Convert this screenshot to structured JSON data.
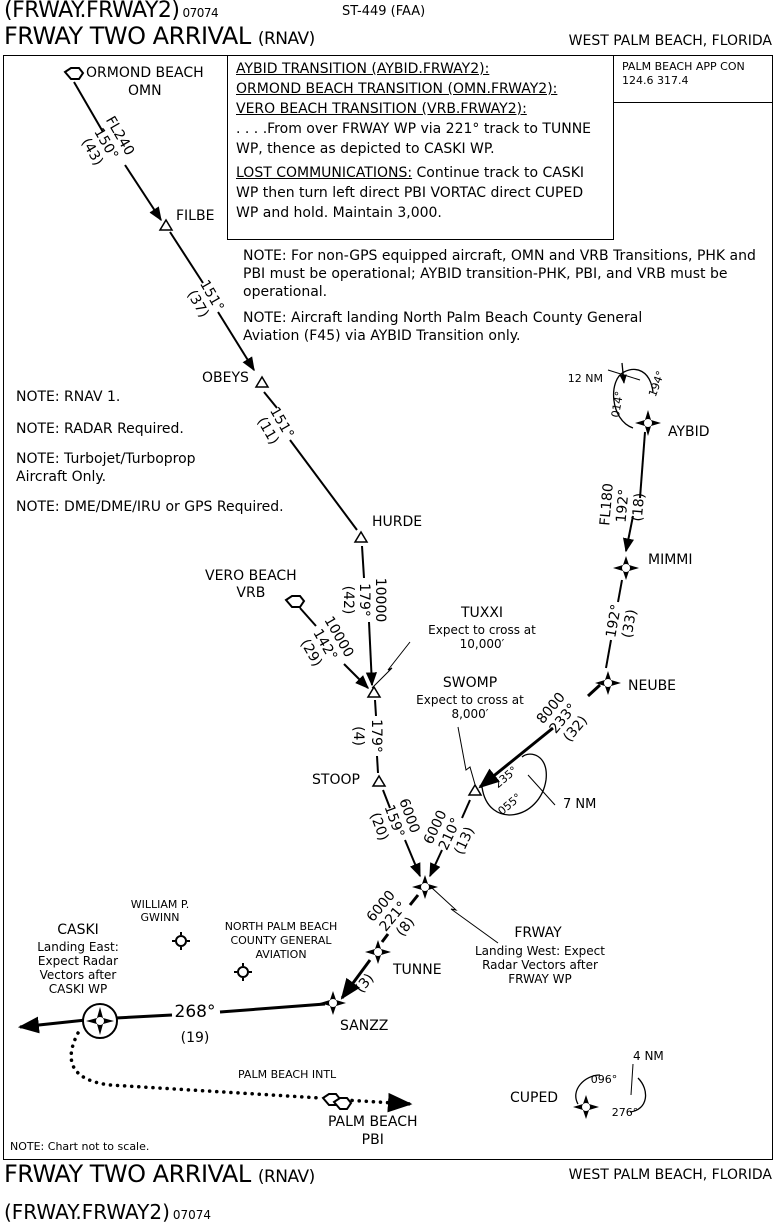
{
  "header": {
    "procedure_id": "(FRWAY.FRWAY2)",
    "amendment": "07074",
    "title": "FRWAY TWO ARRIVAL",
    "title_suffix": "(RNAV)",
    "chart_number": "ST-449 (FAA)",
    "city": "WEST PALM BEACH, FLORIDA"
  },
  "approach_control": {
    "name": "PALM BEACH APP CON",
    "frequencies": "124.6  317.4"
  },
  "transitions_box": {
    "transitions": [
      "AYBID TRANSITION (AYBID.FRWAY2):",
      "ORMOND BEACH TRANSITION (OMN.FRWAY2):",
      "VERO BEACH TRANSITION (VRB.FRWAY2):"
    ],
    "description": ". . . .From over FRWAY WP via 221° track to TUNNE WP, thence as depicted to CASKI WP.",
    "lost_comm_label": "LOST COMMUNICATIONS:",
    "lost_comm_text": " Continue track to CASKI WP then turn left direct PBI VORTAC direct CUPED WP and hold. Maintain 3,000."
  },
  "notes": {
    "non_gps": "NOTE: For non-GPS equipped aircraft, OMN and VRB Transitions, PHK and PBI must be operational;  AYBID transition-PHK, PBI, and VRB must be operational.",
    "f45": "NOTE: Aircraft landing North Palm Beach County General Aviation (F45) via AYBID Transition only.",
    "rnav": "NOTE: RNAV 1.",
    "radar": "NOTE: RADAR Required.",
    "turbojet": "NOTE: Turbojet/Turboprop Aircraft Only.",
    "dme": "NOTE: DME/DME/IRU or GPS Required.",
    "scale": "NOTE: Chart not to scale."
  },
  "navaids": {
    "omn": {
      "name": "ORMOND BEACH",
      "id": "OMN"
    },
    "vrb": {
      "name": "VERO BEACH",
      "id": "VRB"
    },
    "pbi": {
      "name": "PALM BEACH",
      "id": "PBI"
    }
  },
  "airports": {
    "gwinn": "WILLIAM P. GWINN",
    "f45": "NORTH PALM BEACH COUNTY GENERAL AVIATION",
    "pbi_intl": "PALM BEACH INTL"
  },
  "fixes": {
    "filbe": "FILBE",
    "obeys": "OBEYS",
    "hurde": "HURDE",
    "tuxxi": "TUXXI",
    "stoop": "STOOP",
    "swomp": "SWOMP",
    "frway": "FRWAY",
    "tunne": "TUNNE",
    "sanzz": "SANZZ",
    "caski": "CASKI",
    "aybid": "AYBID",
    "mimmi": "MIMMI",
    "neube": "NEUBE",
    "cuped": "CUPED"
  },
  "fix_notes": {
    "tuxxi": "Expect to cross at 10,000′",
    "swomp": "Expect to cross at 8,000′",
    "frway": "Landing West: Expect Radar Vectors after FRWAY WP",
    "caski": "Landing East: Expect Radar Vectors after CASKI WP"
  },
  "legs": {
    "omn_filbe": {
      "alt": "FL240",
      "course": "150°",
      "dist": "(43)"
    },
    "filbe_obeys": {
      "course": "151°",
      "dist": "(37)"
    },
    "obeys_hurde": {
      "course": "151°",
      "dist": "(11)"
    },
    "hurde_tuxxi": {
      "alt": "10000",
      "course": "179°",
      "dist": "(42)"
    },
    "vrb_tuxxi": {
      "alt": "10000",
      "course": "142°",
      "dist": "(29)"
    },
    "tuxxi_stoop": {
      "course": "179°",
      "dist": "(4)"
    },
    "stoop_frway": {
      "alt": "6000",
      "course": "159°",
      "dist": "(20)"
    },
    "aybid_mimmi": {
      "alt": "FL180",
      "course": "192°",
      "dist": "(18)"
    },
    "mimmi_neube": {
      "course": "192°",
      "dist": "(33)"
    },
    "neube_swomp": {
      "alt": "8000",
      "course": "233°",
      "dist": "(32)"
    },
    "swomp_frway": {
      "alt": "6000",
      "course": "210°",
      "dist": "(13)"
    },
    "frway_tunne": {
      "alt": "6000",
      "course": "221°",
      "dist": "(8)"
    },
    "tunne_sanzz": {
      "dist": "(3)"
    },
    "sanzz_caski": {
      "course": "268°",
      "dist": "(19)"
    }
  },
  "holds": {
    "aybid": {
      "leg": "12 NM",
      "inbound": "194°",
      "outbound": "014°"
    },
    "swomp": {
      "leg": "7 NM",
      "inbound": "235°",
      "outbound": "055°"
    },
    "cuped": {
      "leg": "4 NM",
      "inbound": "096°",
      "outbound": "276°"
    }
  }
}
